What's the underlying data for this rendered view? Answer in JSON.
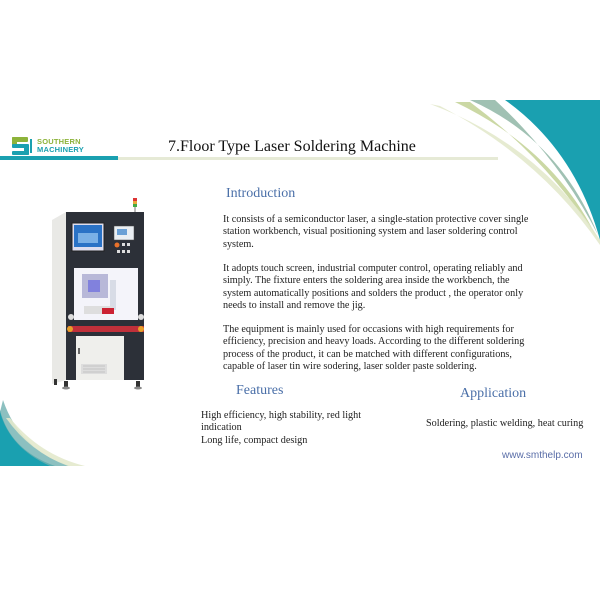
{
  "slide": {
    "logo": {
      "line1": "SOUTHERN",
      "line2": "MACHINERY"
    },
    "title": "7.Floor Type Laser Soldering Machine",
    "introduction": {
      "heading": "Introduction",
      "paragraphs": [
        "It consists of a semiconductor laser, a single-station protective cover single station workbench, visual positioning system and laser soldering control system.",
        "It adopts touch screen, industrial computer control, operating reliably and simply. The fixture enters the soldering area inside the workbench, the system automatically positions and solders the product , the operator only needs to install and remove the jig.",
        " The equipment is mainly used for occasions with high requirements for efficiency, precision and heavy loads. According to the different soldering process of the product, it can be matched with different configurations, capable of laser tin wire sodering, laser solder paste soldering."
      ]
    },
    "features": {
      "heading": "Features",
      "lines": [
        "High efficiency, high stability, red light indication",
        "Long life, compact design"
      ]
    },
    "application": {
      "heading": "Application",
      "text": "Soldering, plastic welding, heat curing"
    },
    "website": "www.smthelp.com",
    "image": {
      "subject": "floor-type laser soldering machine"
    },
    "colors": {
      "teal": "#1aa0b0",
      "green": "#8db33a",
      "heading_blue": "#4a6fa8",
      "pale_green": "#e8ecd8"
    }
  }
}
